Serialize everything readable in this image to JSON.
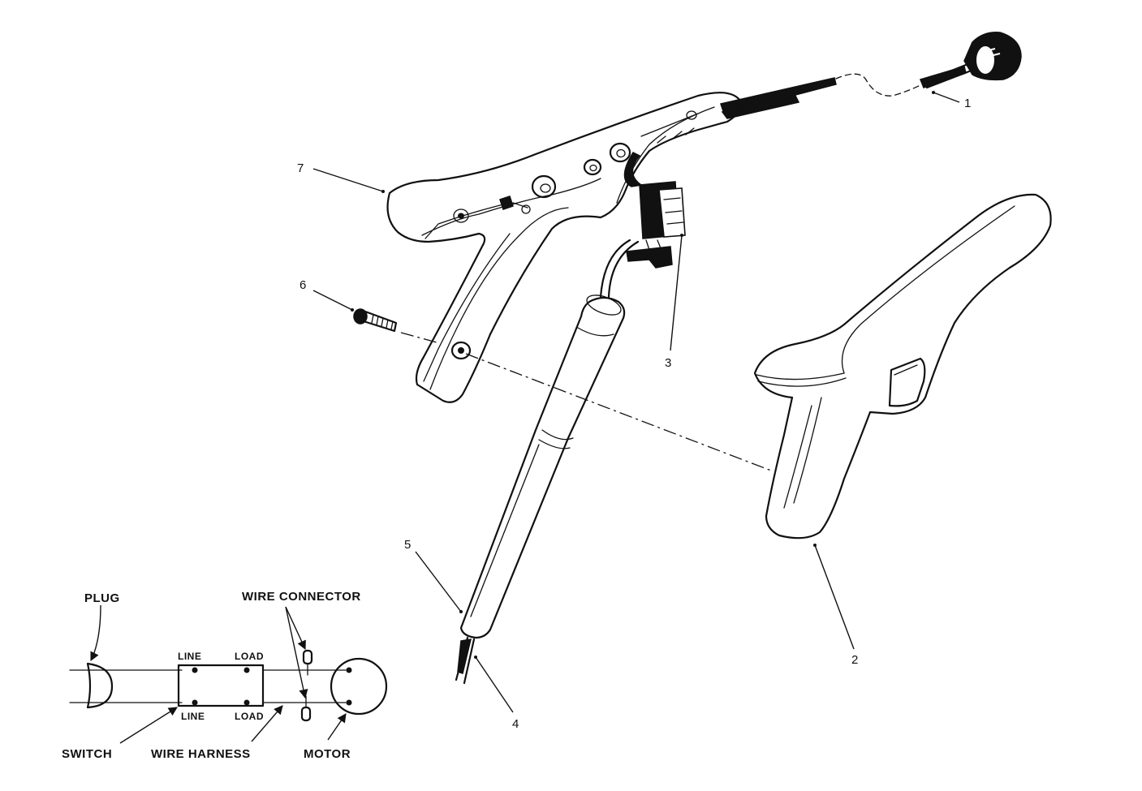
{
  "callouts": [
    "1",
    "2",
    "3",
    "4",
    "5",
    "6",
    "7"
  ],
  "schematic": {
    "plug": "PLUG",
    "wire_connector": "WIRE CONNECTOR",
    "line_top": "LINE",
    "load_top": "LOAD",
    "line_bottom": "LINE",
    "load_bottom": "LOAD",
    "switch": "SWITCH",
    "wire_harness": "WIRE HARNESS",
    "motor": "MOTOR"
  }
}
